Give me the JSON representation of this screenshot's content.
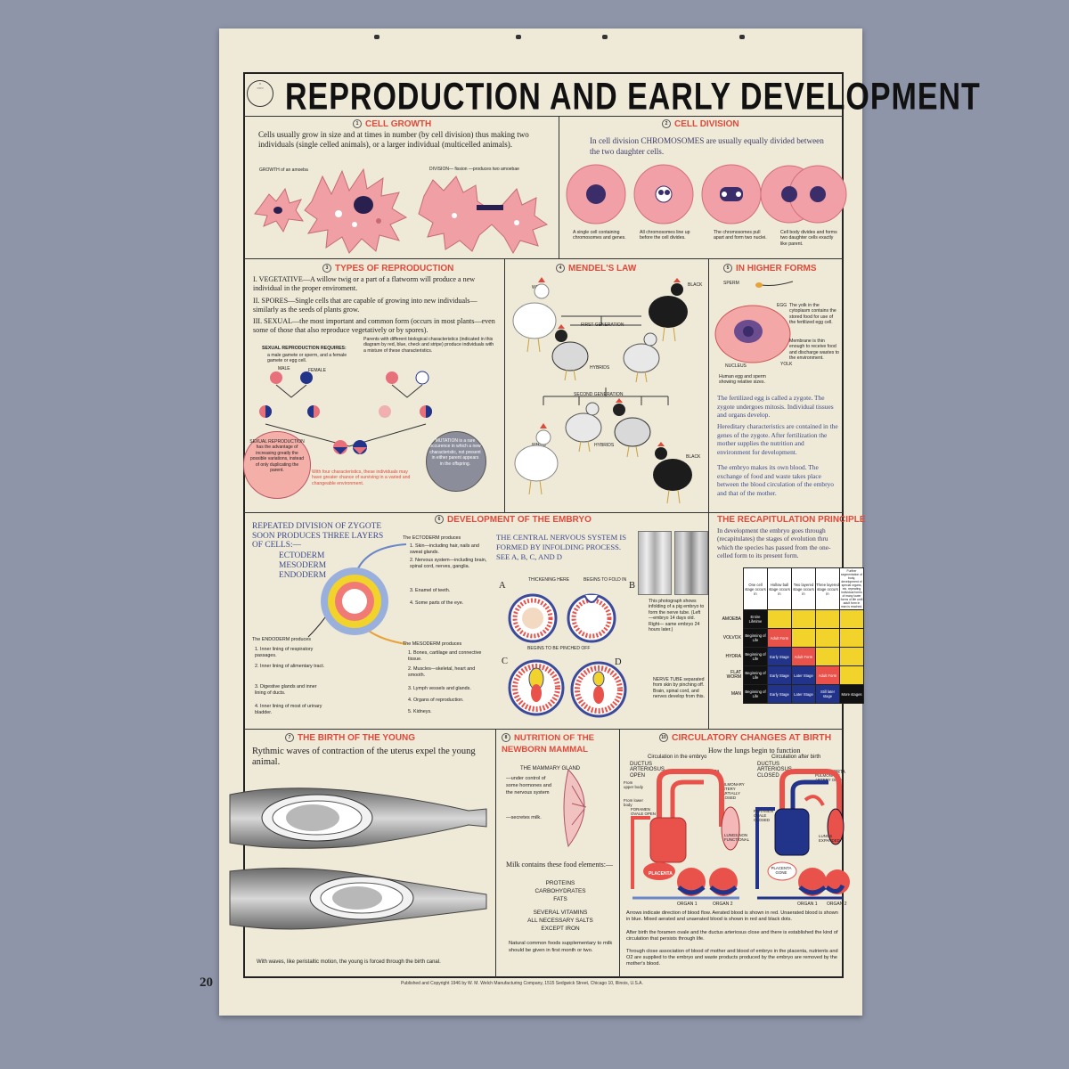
{
  "poster": {
    "title": "REPRODUCTION AND EARLY DEVELOPMENT",
    "page_number": "20",
    "footer": "Published and Copyright 1946 by W. M. Welch Manufacturing Company, 1515 Sedgwick Street, Chicago 10, Illinois, U.S.A."
  },
  "cell_growth": {
    "heading": "CELL GROWTH",
    "text": "Cells usually grow in size and at times in number (by cell division) thus making two individuals (single celled animals), or a larger individual (multicelled animals).",
    "growth_label": "GROWTH of an amoeba",
    "division_label": "DIVISION— fission —produces two amoebae"
  },
  "cell_division": {
    "heading": "CELL DIVISION",
    "text": "In cell division CHROMOSOMES are usually equally divided between the two daughter cells.",
    "captions": [
      "A single cell containing chromosomes and genes.",
      "All chromosomes line up before the cell divides.",
      "The chromosomes pull apart and form two nuclei.",
      "Cell body divides and forms two daughter cells exactly like parent."
    ]
  },
  "types": {
    "heading": "TYPES OF REPRODUCTION",
    "items": [
      "I. VEGETATIVE—A willow twig or a part of a flatworm will produce a new individual in the proper enviroment.",
      "II. SPORES—Single cells that are capable of growing into new individuals—similarly as the seeds of plants grow.",
      "III. SEXUAL—the most important and common form (occurs in most plants—even some of those that also reproduce vegetatively or by spores)."
    ],
    "sexual_requires": "SEXUAL REPRODUCTION REQUIRES:",
    "requires_text": "a male gamete or sperm, and a female gamete or egg cell.",
    "parents_text": "Parents with different biological characteristics (indicated in this diagram by red, blue, check and stripe) produce individuals with a mixture of these characteristics.",
    "male": "MALE",
    "female": "FEMALE",
    "sexual_circle": "SEXUAL REPRODUCTION has the advantage of increasing greatly the possible variations, instead of only duplicating the parent.",
    "mutation_circle": "MUTATION is a rare occurence in which a new characteristic, not present in either parent appears in the offspring.",
    "four_text": "With four characteristics, these individuals may have greater chance of surviving in a varied and changeable environment."
  },
  "mendel": {
    "heading": "MENDEL'S LAW",
    "white": "WHITE",
    "black": "BLACK",
    "first_gen": "FIRST GENERATION",
    "hybrids": "HYBRIDS",
    "second_gen": "SECOND GENERATION"
  },
  "higher": {
    "heading": "IN HIGHER FORMS",
    "sperm": "SPERM",
    "egg": "EGG",
    "nucleus": "NUCLEUS",
    "yolk": "YOLK",
    "yolk_text": "The yolk in the cytoplasm contains the stored food for use of the fertilized egg cell.",
    "membrane_text": "Membrane is thin enough to receive food and discharge wastes to the environment.",
    "human_text": "Human egg and sperm showing relative sizes.",
    "p1": "The fertilized egg is called a zygote. The zygote undergoes mitosis. Individual tissues and organs develop.",
    "p2": "Hereditary characteristics are contained in the genes of the zygote. After fertilization the mother supplies the nutrition and environment for development.",
    "p3": "The embryo makes its own blood. The exchange of food and waste takes place between the blood circulation of the embryo and that of the mother."
  },
  "embryo": {
    "heading": "DEVELOPMENT OF THE EMBRYO",
    "repeated": "REPEATED DIVISION OF ZYGOTE SOON PRODUCES THREE LAYERS OF CELLS:—",
    "layers": [
      "ECTODERM",
      "MESODERM",
      "ENDODERM"
    ],
    "ectoderm_head": "The ECTODERM produces",
    "ectoderm_items": [
      "1. Skin—including hair, nails and sweat glands.",
      "2. Nervous system—including brain, spinal cord, nerves, ganglia.",
      "3. Enamel of teeth.",
      "4. Some parts of the eye."
    ],
    "mesoderm_head": "The MESODERM produces",
    "mesoderm_items": [
      "1. Bones, cartilage and connective tissue.",
      "2. Muscles—skeletal, heart and smooth.",
      "3. Lymph vessels and glands.",
      "4. Organs of reproduction.",
      "5. Kidneys."
    ],
    "endoderm_head": "The ENDODERM produces",
    "endoderm_items": [
      "1. Inner lining of respiratory passages.",
      "2. Inner lining of alimentary tract.",
      "3. Digestive glands and inner lining of ducts.",
      "4. Inner lining of most of urinary bladder."
    ],
    "cns": "THE CENTRAL NERVOUS SYSTEM IS FORMED BY INFOLDING PROCESS. SEE A, B, C, AND D",
    "thickening": "THICKENING HERE",
    "fold": "BEGINS TO FOLD IN",
    "pinched": "BEGINS TO BE PINCHED OFF",
    "letters": [
      "A",
      "B",
      "C",
      "D"
    ],
    "photo_text": "This photograph shows infolding of a pig embryo to form the nerve tube. (Left —embryo 14 days old. Right— same embryo 24 hours later.)",
    "nerve_tube": "NERVE TUBE separated from skin by pinching off. Brain, spinal cord, and nerves develop from this."
  },
  "recap": {
    "heading": "THE RECAPITULATION PRINCIPLE",
    "text": "In development the embryo goes through (recapitulates) the stages of evolution thru which the species has passed from the one-celled form to its present form.",
    "col_heads": [
      "One cell stage occurs in",
      "Hollow ball stage occurs in",
      "Two layered stage occurs in",
      "Three layered stage occurs in",
      "Further segmentation of body, development of special organs, etc. repeating individual forms of many lower forms of life until adult form in man is reached."
    ],
    "rows": [
      {
        "name": "AMOEBA",
        "cells": [
          "Entire Lifetime",
          "",
          "",
          "",
          ""
        ]
      },
      {
        "name": "VOLVOX",
        "cells": [
          "Beginning of Life",
          "Adult Form",
          "",
          "",
          ""
        ]
      },
      {
        "name": "HYDRA",
        "cells": [
          "Beginning of Life",
          "Early Stage",
          "Adult Form",
          "",
          ""
        ]
      },
      {
        "name": "FLAT WORM",
        "cells": [
          "Beginning of Life",
          "Early Stage",
          "Later Stage",
          "Adult Form",
          ""
        ]
      },
      {
        "name": "MAN",
        "cells": [
          "Beginning of Life",
          "Early Stage",
          "Later Stage",
          "Still later stage",
          "More stages"
        ]
      }
    ]
  },
  "birth": {
    "heading": "THE BIRTH OF THE YOUNG",
    "text": "Rythmic waves of contraction of the uterus expel the young animal.",
    "caption": "With waves, like peristaltic motion, the young is forced through the birth canal."
  },
  "nutrition": {
    "heading1": "NUTRITION OF THE",
    "heading2": "NEWBORN MAMMAL",
    "gland": "THE MAMMARY GLAND",
    "control": "—under control of some hormones and the nervous system",
    "secretes": "—secretes milk.",
    "milk": "Milk contains these food elements:—",
    "foods": [
      "PROTEINS",
      "CARBOHYDRATES",
      "FATS",
      "SEVERAL VITAMINS",
      "ALL NECESSARY SALTS",
      "EXCEPT IRON"
    ],
    "natural": "Natural common foods supplementary to milk should be given in first month or two."
  },
  "circ": {
    "heading": "CIRCULATORY CHANGES AT BIRTH",
    "sub": "How the lungs begin to function",
    "embryo": "Circulation in the embryo",
    "after": "Circulation after birth",
    "ductus_open": "DUCTUS ARTERIOSUS OPEN",
    "ductus_closed": "DUCTUS ARTERIOSUS CLOSED",
    "aorta": "AORTA",
    "pulm_closed": "PULMONARY ARTERY PARTIALLY CLOSED",
    "pulm_open": "PULMONARY ARTERY OPEN",
    "upper": "From upper body",
    "lower": "From lower body",
    "foramen_open": "FORAMEN OVALE OPEN",
    "foramen_closed": "FORAMEN OVALE CLOSED",
    "lungs_non": "LUNGS NON FUNCTIONAL",
    "lungs_exp": "LUNGS EXPANDED",
    "placenta": "PLACENTA",
    "placenta_gone": "PLACENTA GONE",
    "organ1": "ORGAN 1",
    "organ2": "ORGAN 2",
    "p1": "Arrows indicate direction of blood flow. Aerated blood is shown in red. Unaerated blood is shown in blue. Mixed aerated and unaerated blood is shown in red and black dots.",
    "p2": "After birth the foramen ovale and the ductus arteriosus close and there is established the kind of circulation that persists through life.",
    "p3": "Through close association of blood of mother and blood of embryo in the placenta, nutrients and O2 are supplied to the embryo and waste products produced by the embryo are removed by the mother's blood."
  },
  "colors": {
    "paper": "#efe9d8",
    "accent_red": "#e04a3a",
    "pink": "#f2a0a8",
    "navy": "#22348a",
    "yellow": "#f2d32b",
    "wall": "#8e95a8"
  }
}
